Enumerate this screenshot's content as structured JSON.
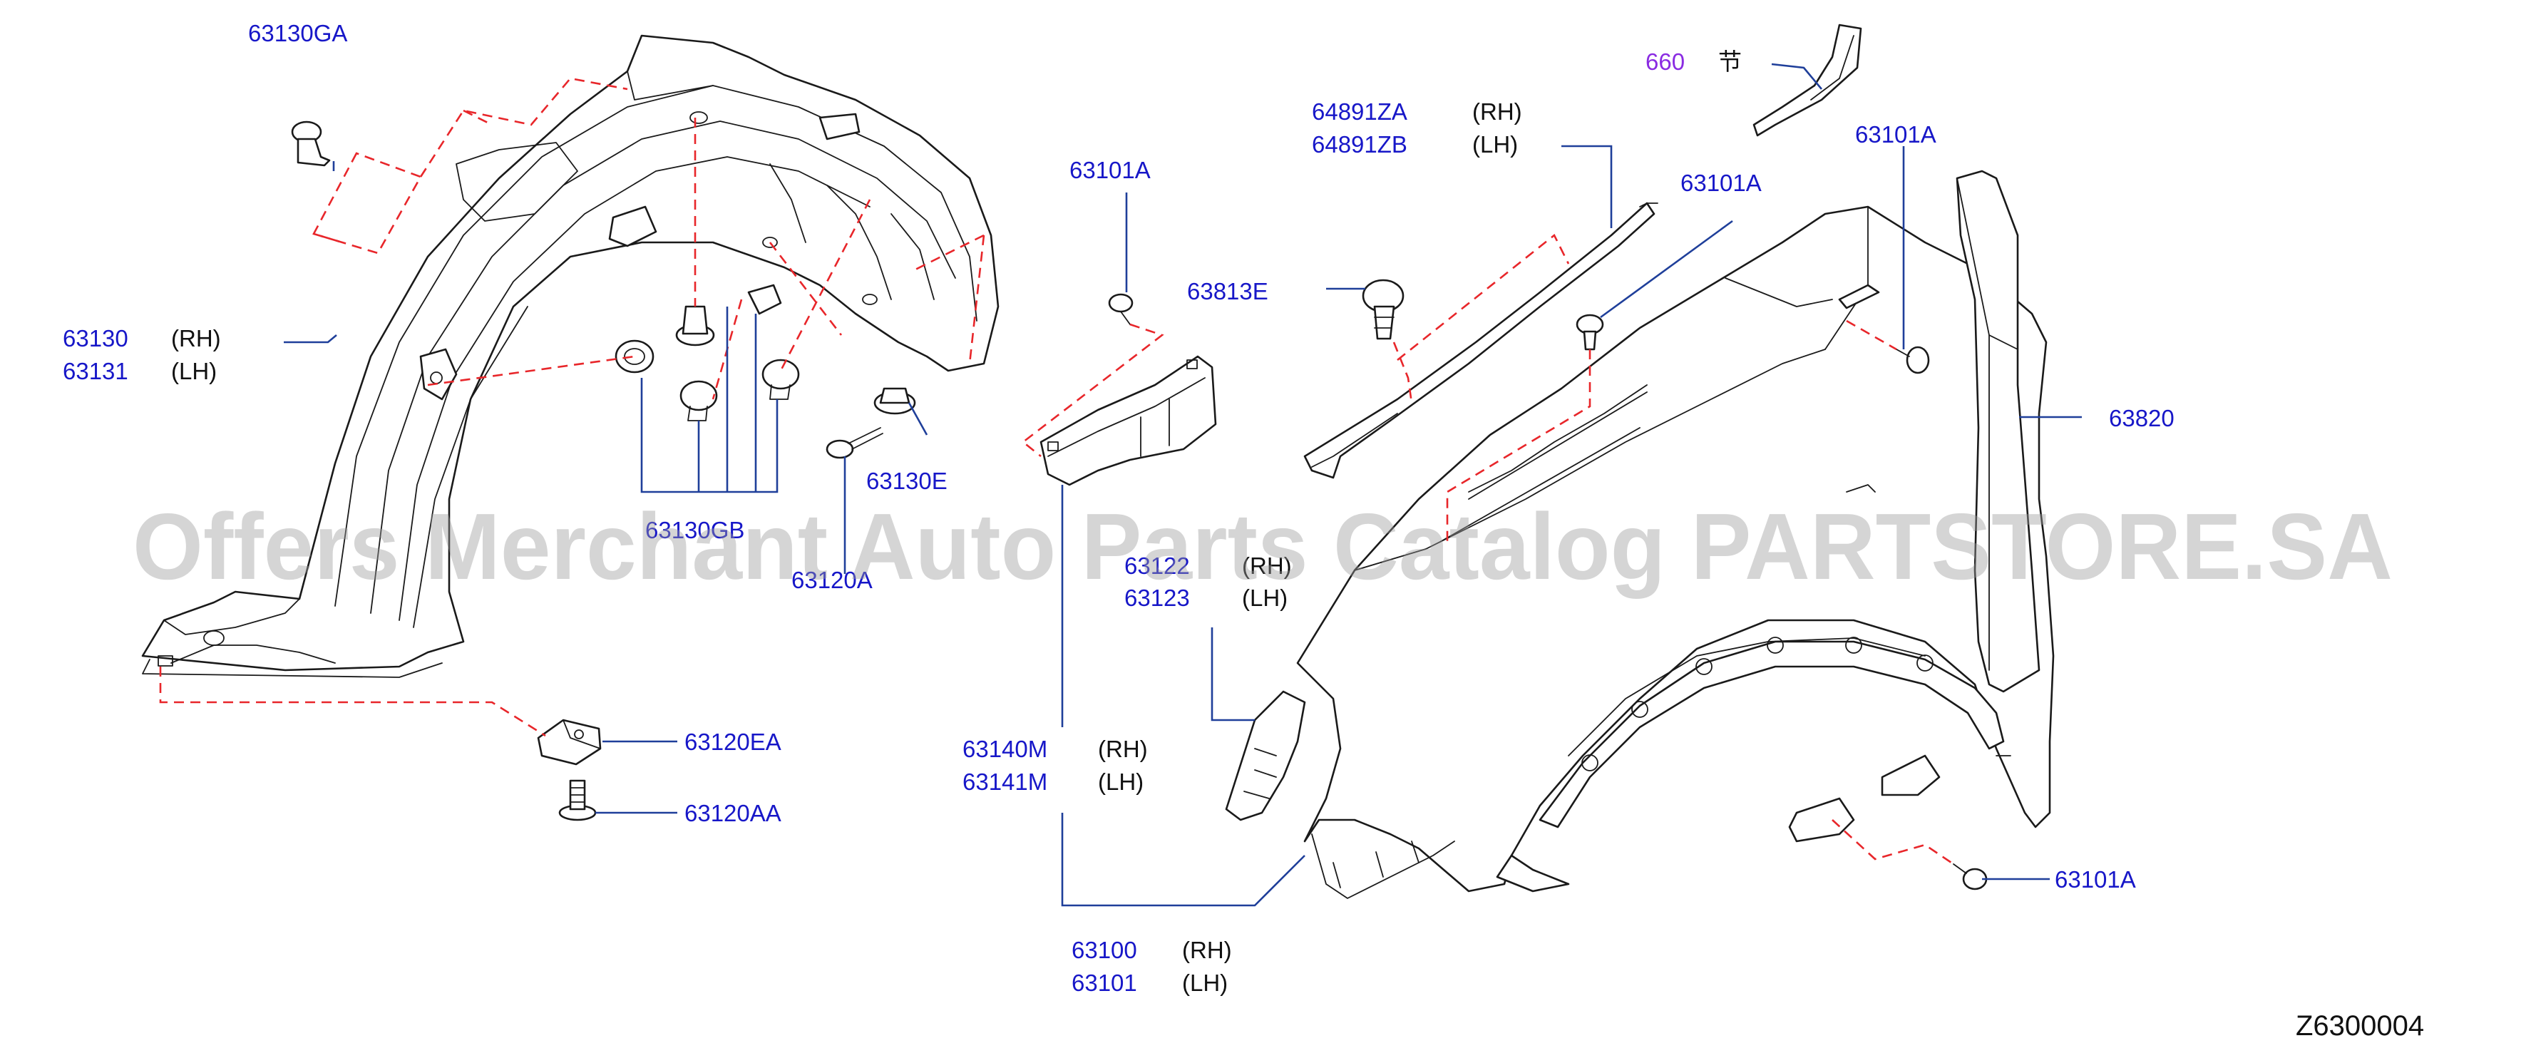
{
  "labels": {
    "p63130GA": "63130GA",
    "p63130": "63130",
    "p63131": "63131",
    "p63130GB": "63130GB",
    "p63120A": "63120A",
    "p63130E": "63130E",
    "p63120EA": "63120EA",
    "p63120AA": "63120AA",
    "p63101A_bracket": "63101A",
    "p63813E": "63813E",
    "p64891ZA": "64891ZA",
    "p64891ZB": "64891ZB",
    "p660": "660",
    "p63101A_clip": "63101A",
    "p63101A_top": "63101A",
    "p63820": "63820",
    "p63122": "63122",
    "p63123": "63123",
    "p63140M": "63140M",
    "p63141M": "63141M",
    "p63100": "63100",
    "p63101": "63101",
    "p63101A_bottom": "63101A"
  },
  "sides": {
    "rh": "(RH)",
    "lh": "(LH)"
  },
  "symbol_660": "节",
  "diagram_code": "Z6300004",
  "watermark": "Offers Merchant Auto Parts Catalog PARTSTORE.SA",
  "colors": {
    "part_number": "#1717c8",
    "alt_number": "#8a2be2",
    "dashed_guide": "#e8262a",
    "leader_line": "#1f3f9a",
    "outline": "#1a1a1a"
  }
}
